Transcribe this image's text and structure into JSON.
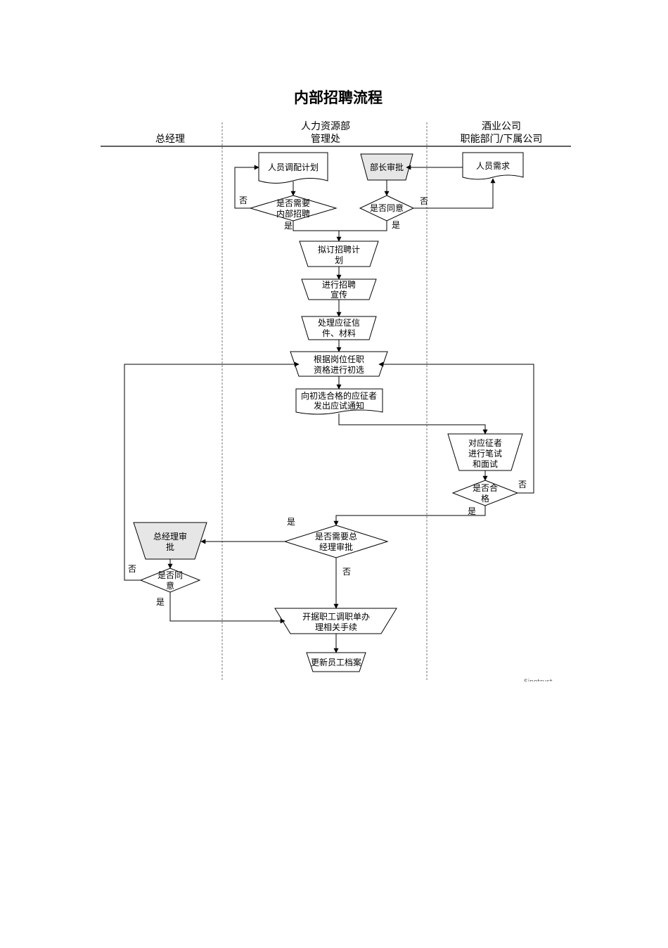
{
  "title": "内部招聘流程",
  "lanes": {
    "gm": "总经理",
    "hr_line1": "人力资源部",
    "hr_line2": "管理处",
    "dept_line1": "酒业公司",
    "dept_line2": "职能部门/下属公司"
  },
  "nodes": {
    "transfer_plan": "人员调配计划",
    "dept_head_approval": "部长审批",
    "staff_demand": "人员需求",
    "need_internal_l1": "是否需要",
    "need_internal_l2": "内部招聘",
    "agree1": "是否同意",
    "draft_plan_l1": "拟订招聘计",
    "draft_plan_l2": "划",
    "publicity_l1": "进行招聘",
    "publicity_l2": "宣传",
    "process_l1": "处理应征信",
    "process_l2": "件、材料",
    "screen_l1": "根据岗位任职",
    "screen_l2": "资格进行初选",
    "notice_l1": "向初选合格的应征者",
    "notice_l2": "发出应试通知",
    "exam_l1": "对应征者",
    "exam_l2": "进行笔试",
    "exam_l3": "和面试",
    "qualified_l1": "是否合",
    "qualified_l2": "格",
    "need_gm_l1": "是否需要总",
    "need_gm_l2": "经理审批",
    "gm_approval_l1": "总经理审",
    "gm_approval_l2": "批",
    "gm_agree_l1": "是否同",
    "gm_agree_l2": "意",
    "transfer_form_l1": "开据职工调职单办",
    "transfer_form_l2": "理相关手续",
    "update_records": "更新员工档案"
  },
  "labels": {
    "no1": "否",
    "yes1": "是",
    "no2": "否",
    "yes2": "是",
    "no3": "否",
    "yes3": "是",
    "yes4": "是",
    "no4": "否",
    "no5": "否",
    "yes5": "是"
  },
  "watermark": "Sinotrust",
  "colors": {
    "gray_fill": "#e6e6e6",
    "line": "#000000",
    "divider": "#777777"
  }
}
